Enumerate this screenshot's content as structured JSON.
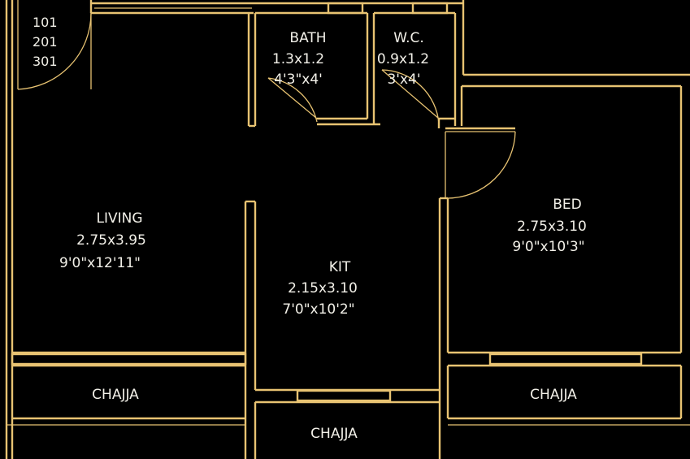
{
  "colors": {
    "background": "#000000",
    "wall": "#e8c372",
    "text": "#f2f0e8"
  },
  "unit_numbers": [
    "101",
    "201",
    "301"
  ],
  "rooms": {
    "bath": {
      "name": "BATH",
      "size_m": "1.3x1.2",
      "size_ft": "4'3\"x4'"
    },
    "wc": {
      "name": "W.C.",
      "size_m": "0.9x1.2",
      "size_ft": "3'x4'"
    },
    "living": {
      "name": "LIVING",
      "size_m": "2.75x3.95",
      "size_ft": "9'0\"x12'11\""
    },
    "kitchen": {
      "name": "KIT",
      "size_m": "2.15x3.10",
      "size_ft": "7'0\"x10'2\""
    },
    "bed": {
      "name": "BED",
      "size_m": "2.75x3.10",
      "size_ft": "9'0\"x10'3\""
    }
  },
  "chajja": {
    "left": "CHAJJA",
    "center": "CHAJJA",
    "right": "CHAJJA"
  }
}
